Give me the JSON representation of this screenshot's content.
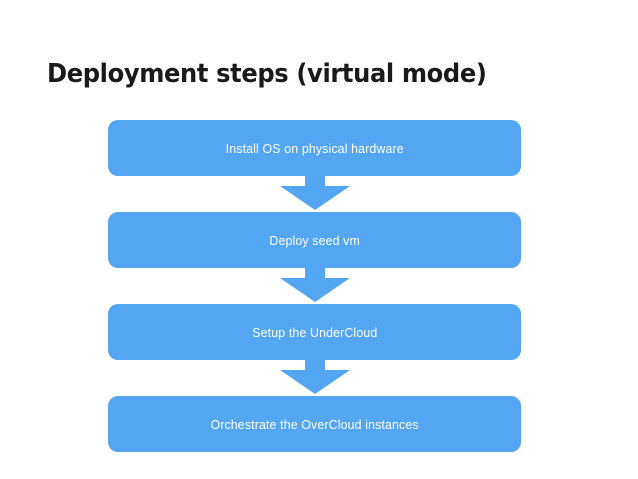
{
  "slide": {
    "title": "Deployment steps (virtual mode)",
    "background_color": "#ffffff",
    "title_color": "#1a1a1a",
    "accent_color": "#54a6f2",
    "step_text_color": "#ffffff"
  },
  "flow": {
    "connector_icon": "arrow-down-icon",
    "steps": [
      {
        "label": "Install OS on physical hardware"
      },
      {
        "label": "Deploy seed vm"
      },
      {
        "label": "Setup the UnderCloud"
      },
      {
        "label": "Orchestrate the OverCloud instances"
      }
    ]
  }
}
